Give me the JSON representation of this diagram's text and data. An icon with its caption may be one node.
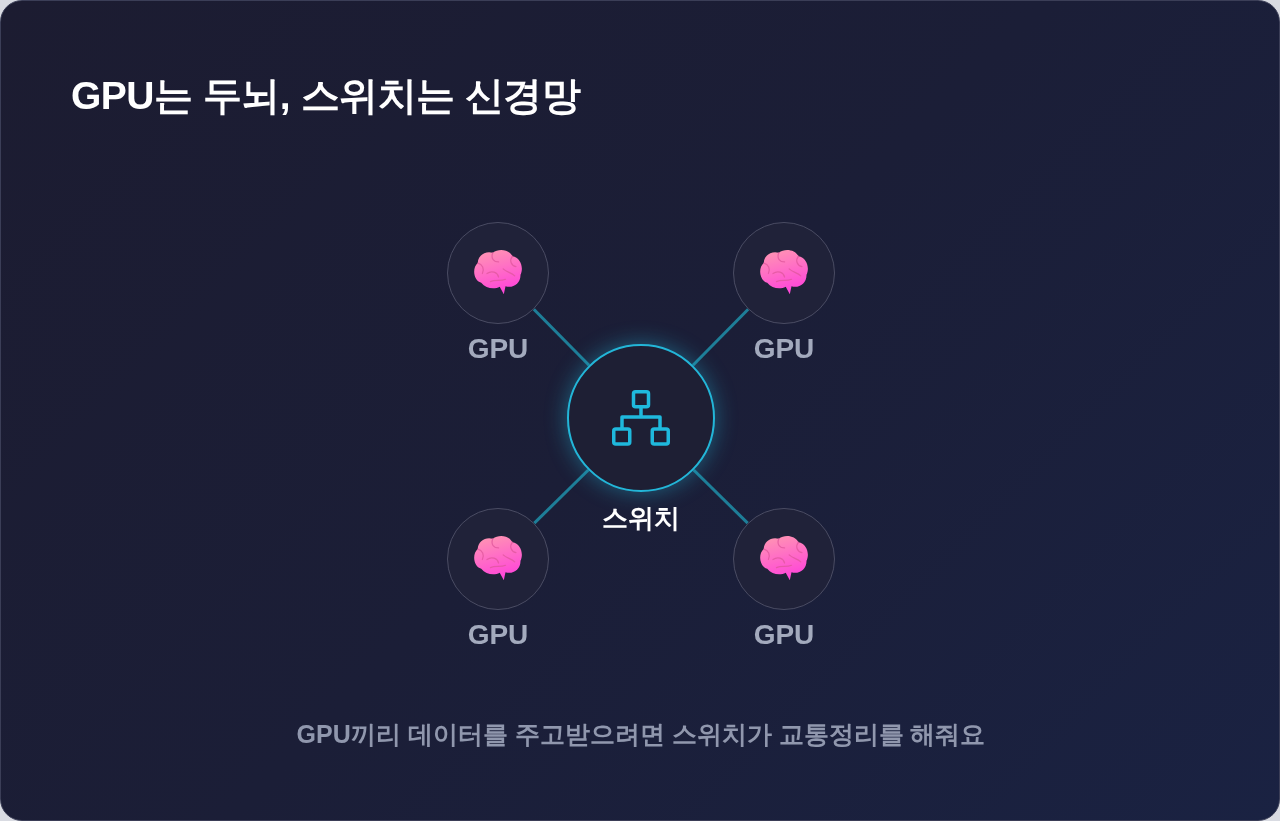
{
  "diagram": {
    "title": "GPU는 두뇌, 스위치는 신경망",
    "caption": "GPU끼리 데이터를 주고받으려면 스위치가 교통정리를 해줘요",
    "nodes": [
      {
        "text": [
          "GPU"
        ]
      },
      {
        "text": [
          "GPU"
        ]
      },
      {
        "text": [
          "스위치"
        ]
      },
      {
        "text": [
          "GPU"
        ]
      },
      {
        "text": [
          "GPU"
        ]
      }
    ],
    "edges": [
      {
        "from": 0,
        "to": 2,
        "arrow": "none"
      },
      {
        "from": 1,
        "to": 2,
        "arrow": "none"
      },
      {
        "from": 3,
        "to": 2,
        "arrow": "none"
      },
      {
        "from": 4,
        "to": 2,
        "arrow": "none"
      }
    ]
  }
}
